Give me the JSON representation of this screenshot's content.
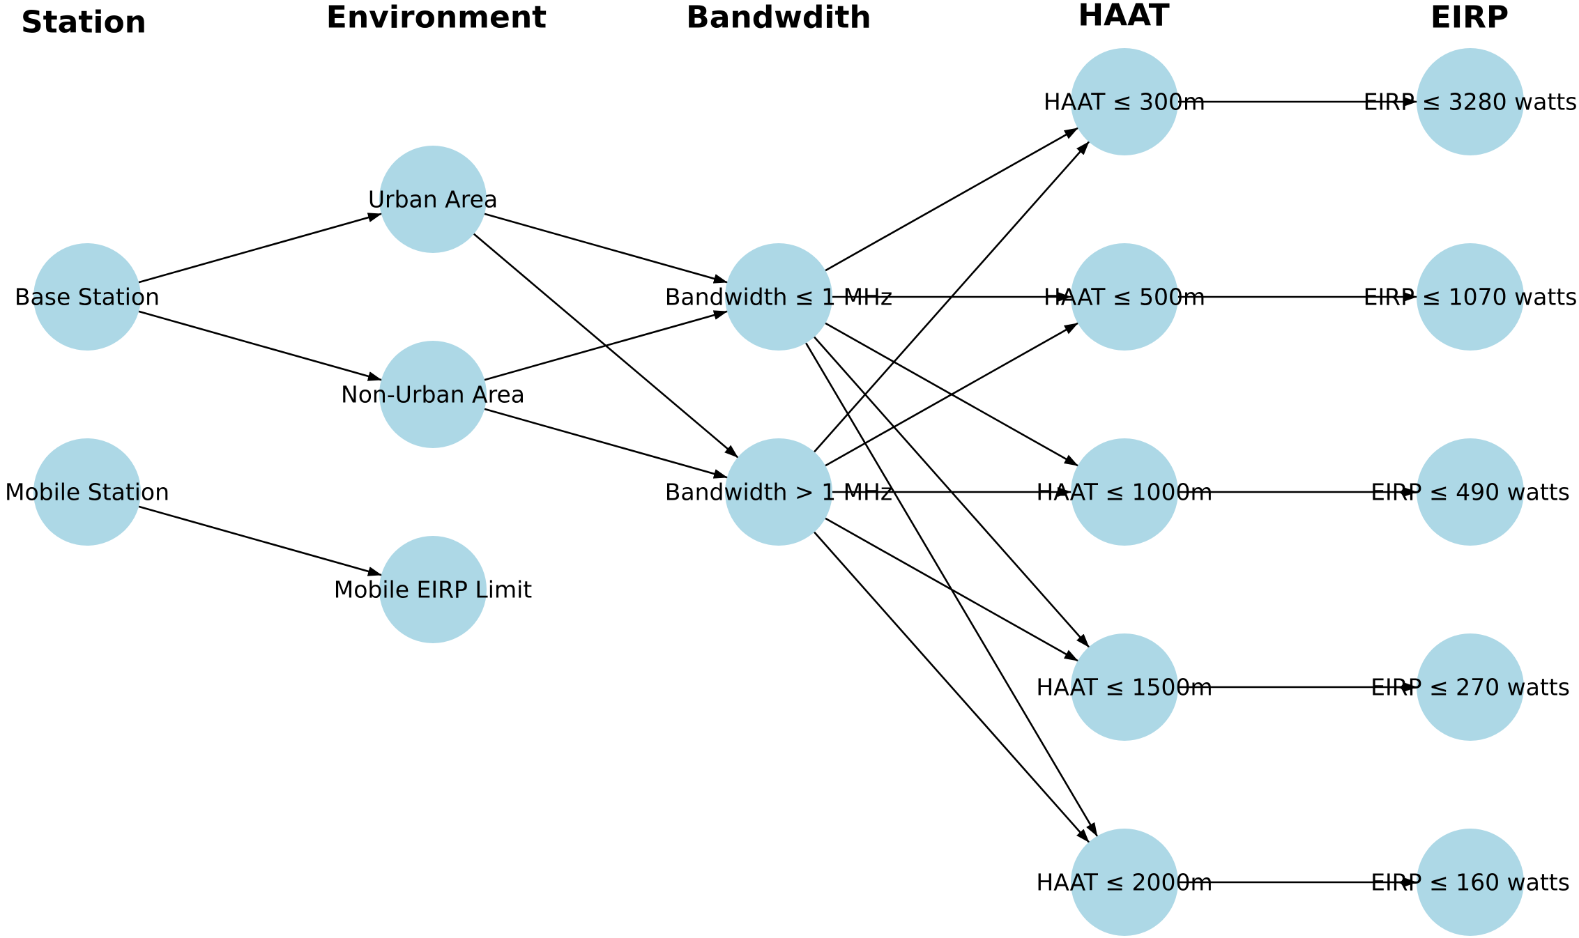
{
  "headers": [
    {
      "id": "station",
      "label": "Station"
    },
    {
      "id": "environment",
      "label": "Environment"
    },
    {
      "id": "bandwidth",
      "label": "Bandwdith"
    },
    {
      "id": "haat",
      "label": "HAAT"
    },
    {
      "id": "eirp",
      "label": "EIRP"
    }
  ],
  "colors": {
    "node_fill": "#add8e6",
    "edge": "#000000"
  },
  "nodes": [
    {
      "id": "base",
      "label": "Base Station"
    },
    {
      "id": "mobile",
      "label": "Mobile Station"
    },
    {
      "id": "urban",
      "label": "Urban Area"
    },
    {
      "id": "nonurban",
      "label": "Non-Urban Area"
    },
    {
      "id": "mobilelimit",
      "label": "Mobile EIRP Limit"
    },
    {
      "id": "bw1",
      "label": "Bandwidth ≤ 1 MHz"
    },
    {
      "id": "bw2",
      "label": "Bandwidth > 1 MHz"
    },
    {
      "id": "h300",
      "label": "HAAT ≤ 300m"
    },
    {
      "id": "h500",
      "label": "HAAT ≤ 500m"
    },
    {
      "id": "h1000",
      "label": "HAAT ≤ 1000m"
    },
    {
      "id": "h1500",
      "label": "HAAT ≤ 1500m"
    },
    {
      "id": "h2000",
      "label": "HAAT ≤ 2000m"
    },
    {
      "id": "e3280",
      "label": "EIRP ≤ 3280 watts"
    },
    {
      "id": "e1070",
      "label": "EIRP ≤ 1070 watts"
    },
    {
      "id": "e490",
      "label": "EIRP ≤ 490 watts"
    },
    {
      "id": "e270",
      "label": "EIRP ≤ 270 watts"
    },
    {
      "id": "e160",
      "label": "EIRP ≤ 160 watts"
    }
  ],
  "edges": [
    {
      "from": "base",
      "to": "urban"
    },
    {
      "from": "base",
      "to": "nonurban"
    },
    {
      "from": "mobile",
      "to": "mobilelimit"
    },
    {
      "from": "urban",
      "to": "bw1"
    },
    {
      "from": "urban",
      "to": "bw2"
    },
    {
      "from": "nonurban",
      "to": "bw1"
    },
    {
      "from": "nonurban",
      "to": "bw2"
    },
    {
      "from": "bw1",
      "to": "h300"
    },
    {
      "from": "bw1",
      "to": "h500"
    },
    {
      "from": "bw1",
      "to": "h1000"
    },
    {
      "from": "bw1",
      "to": "h1500"
    },
    {
      "from": "bw1",
      "to": "h2000"
    },
    {
      "from": "bw2",
      "to": "h300"
    },
    {
      "from": "bw2",
      "to": "h500"
    },
    {
      "from": "bw2",
      "to": "h1000"
    },
    {
      "from": "bw2",
      "to": "h1500"
    },
    {
      "from": "bw2",
      "to": "h2000"
    },
    {
      "from": "h300",
      "to": "e3280"
    },
    {
      "from": "h500",
      "to": "e1070"
    },
    {
      "from": "h1000",
      "to": "e490"
    },
    {
      "from": "h1500",
      "to": "e270"
    },
    {
      "from": "h2000",
      "to": "e160"
    }
  ]
}
